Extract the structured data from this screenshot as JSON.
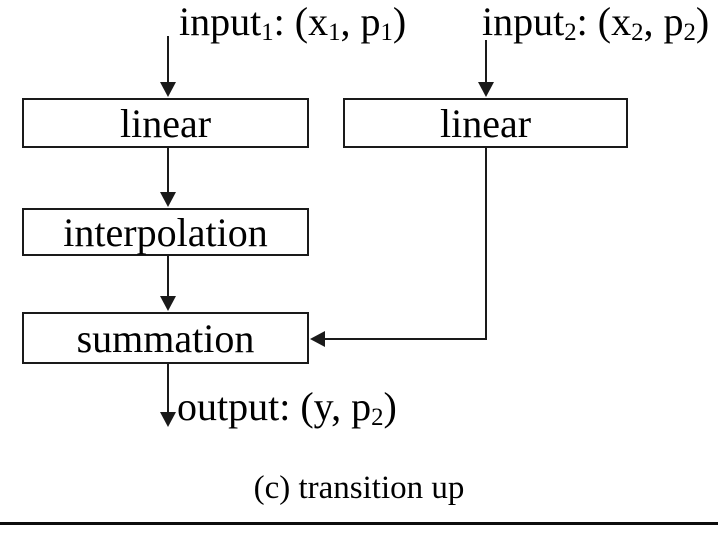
{
  "figure": {
    "caption": "(c) transition up"
  },
  "labels": {
    "input1": {
      "p0": "input",
      "s0": "1",
      "p1": ": (x",
      "s1": "1",
      "p2": ", p",
      "s2": "1",
      "p3": ")"
    },
    "input2": {
      "p0": "input",
      "s0": "2",
      "p1": ": (x",
      "s1": "2",
      "p2": ", p",
      "s2": "2",
      "p3": ")"
    },
    "output": {
      "p0": "output: (y, p",
      "s0": "2",
      "p1": ")"
    }
  },
  "nodes": {
    "linear_left": "linear",
    "linear_right": "linear",
    "interpolation": "interpolation",
    "summation": "summation"
  },
  "edges": [
    {
      "from": "input1",
      "to": "linear-left"
    },
    {
      "from": "linear-left",
      "to": "interpolation"
    },
    {
      "from": "interpolation",
      "to": "summation"
    },
    {
      "from": "input2",
      "to": "linear-right"
    },
    {
      "from": "linear-right",
      "to": "summation"
    },
    {
      "from": "summation",
      "to": "output"
    }
  ],
  "colors": {
    "line": "#1a1a1a",
    "text": "#000000",
    "background": "#ffffff"
  }
}
